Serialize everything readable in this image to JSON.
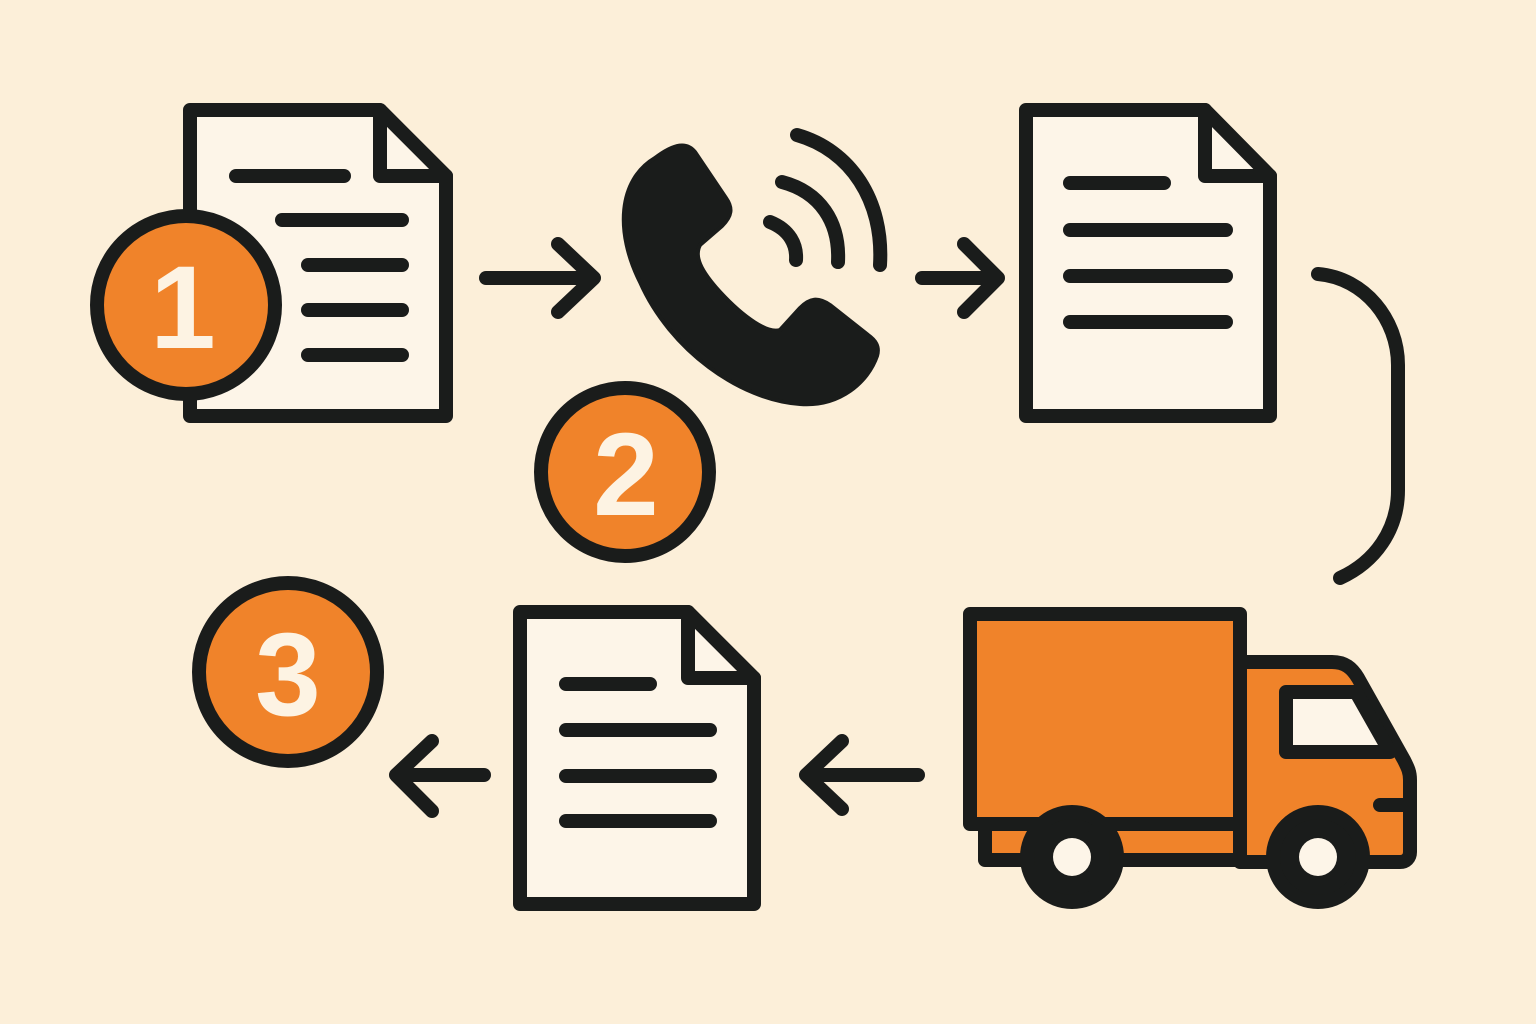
{
  "diagram": {
    "steps": [
      {
        "label": "1"
      },
      {
        "label": "2"
      },
      {
        "label": "3"
      }
    ],
    "icons": [
      "document-icon",
      "phone-icon",
      "document-icon",
      "truck-icon",
      "document-icon"
    ],
    "colors": {
      "background": "#FCEFD9",
      "accent": "#F0832A",
      "ink": "#1A1C1B",
      "paper": "#FDF5E8"
    }
  }
}
